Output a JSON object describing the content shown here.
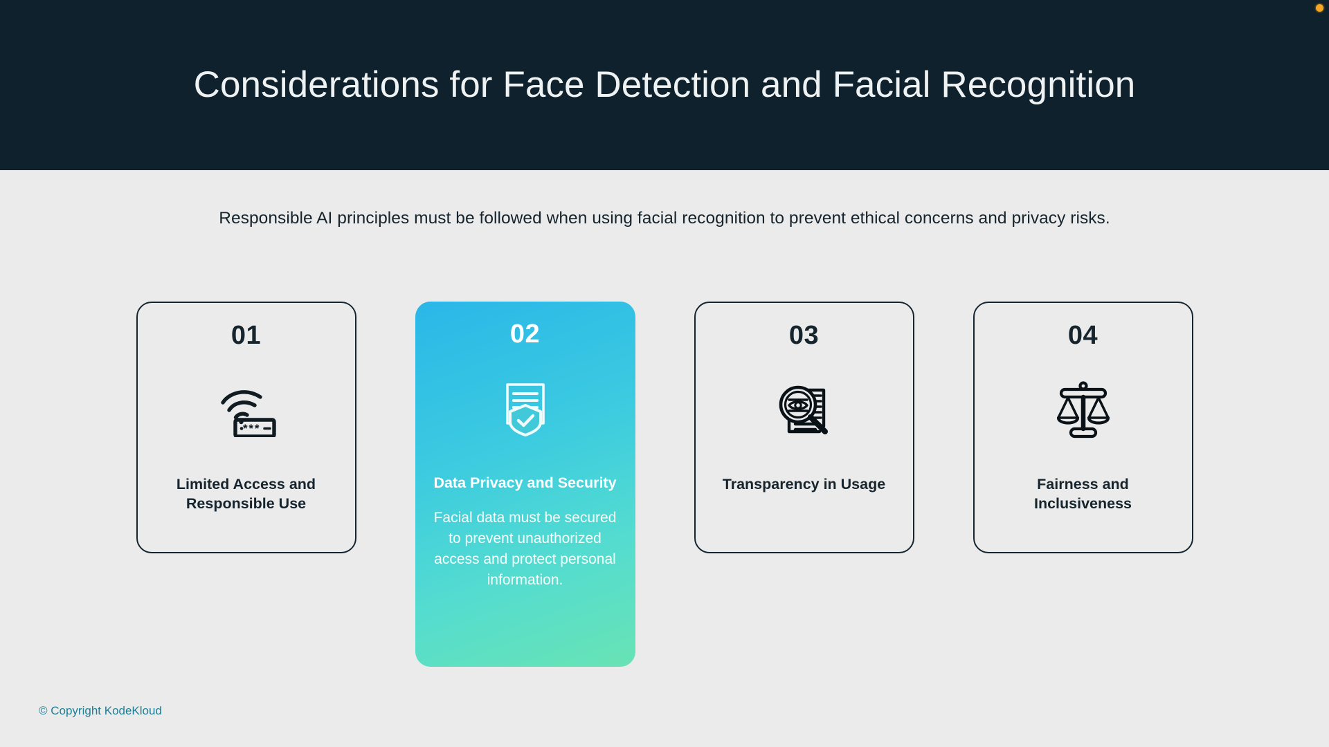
{
  "header": {
    "title": "Considerations for Face Detection and Facial Recognition",
    "background_color": "#0e212c",
    "title_color": "#eef2f3",
    "corner_dot_color": "#f5a623"
  },
  "subtitle": {
    "text": "Responsible AI principles must be followed when using facial recognition to prevent ethical concerns and privacy risks."
  },
  "cards": [
    {
      "number": "01",
      "title": "Limited Access and Responsible Use",
      "description": "",
      "icon": "wifi-password-icon",
      "featured": false
    },
    {
      "number": "02",
      "title": "Data Privacy and Security",
      "description": "Facial data must be secured to prevent unauthorized access and protect personal information.",
      "icon": "document-shield-check-icon",
      "featured": true,
      "gradient_start": "#2ab7e8",
      "gradient_end": "#68e3b4"
    },
    {
      "number": "03",
      "title": "Transparency in Usage",
      "description": "",
      "icon": "magnifier-eye-document-icon",
      "featured": false
    },
    {
      "number": "04",
      "title": "Fairness and Inclusiveness",
      "description": "",
      "icon": "balance-scale-icon",
      "featured": false
    }
  ],
  "footer": {
    "copyright": "© Copyright KodeKloud",
    "color": "#1c7f96"
  },
  "theme": {
    "page_background": "#ecebeb",
    "ink": "#16242d"
  }
}
